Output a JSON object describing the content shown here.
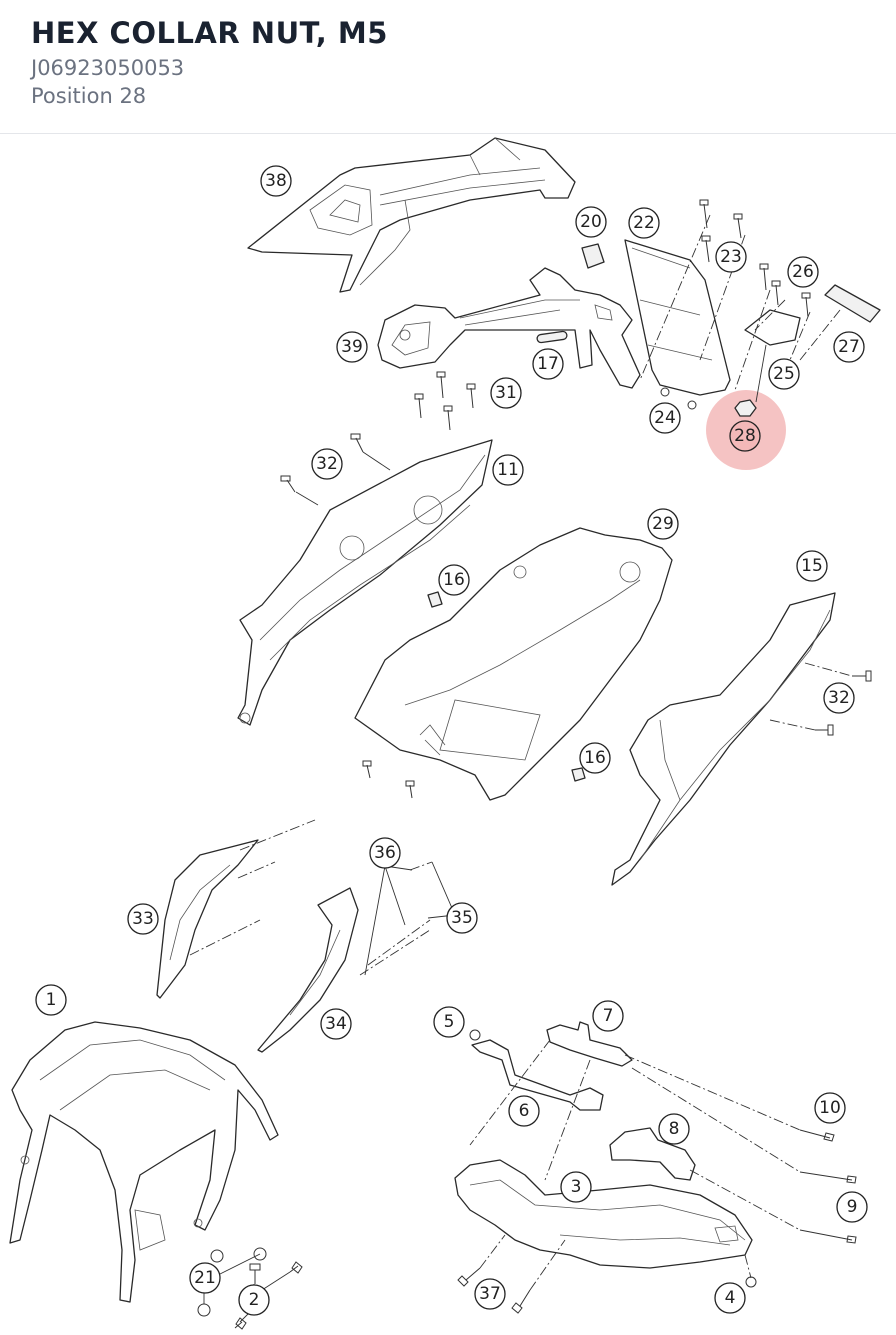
{
  "header": {
    "title": "HEX COLLAR NUT, M5",
    "part_number": "J06923050053",
    "position": "Position 28"
  },
  "diagram": {
    "highlight_color": "#e04848",
    "selected_callout": "28",
    "callouts": [
      "1",
      "2",
      "3",
      "4",
      "5",
      "6",
      "7",
      "8",
      "9",
      "10",
      "11",
      "15",
      "16",
      "16b",
      "17",
      "20",
      "21",
      "22",
      "23",
      "24",
      "25",
      "26",
      "27",
      "28",
      "29",
      "31",
      "32",
      "32b",
      "33",
      "34",
      "35",
      "36",
      "37",
      "38",
      "39"
    ],
    "labels": {
      "c1": "1",
      "c2": "2",
      "c3": "3",
      "c4": "4",
      "c5": "5",
      "c6": "6",
      "c7": "7",
      "c8": "8",
      "c9": "9",
      "c10": "10",
      "c11": "11",
      "c15": "15",
      "c16": "16",
      "c16b": "16",
      "c17": "17",
      "c20": "20",
      "c21": "21",
      "c22": "22",
      "c23": "23",
      "c24": "24",
      "c25": "25",
      "c26": "26",
      "c27": "27",
      "c28": "28",
      "c29": "29",
      "c31": "31",
      "c32": "32",
      "c32b": "32",
      "c33": "33",
      "c34": "34",
      "c35": "35",
      "c36": "36",
      "c37": "37",
      "c38": "38",
      "c39": "39"
    }
  }
}
